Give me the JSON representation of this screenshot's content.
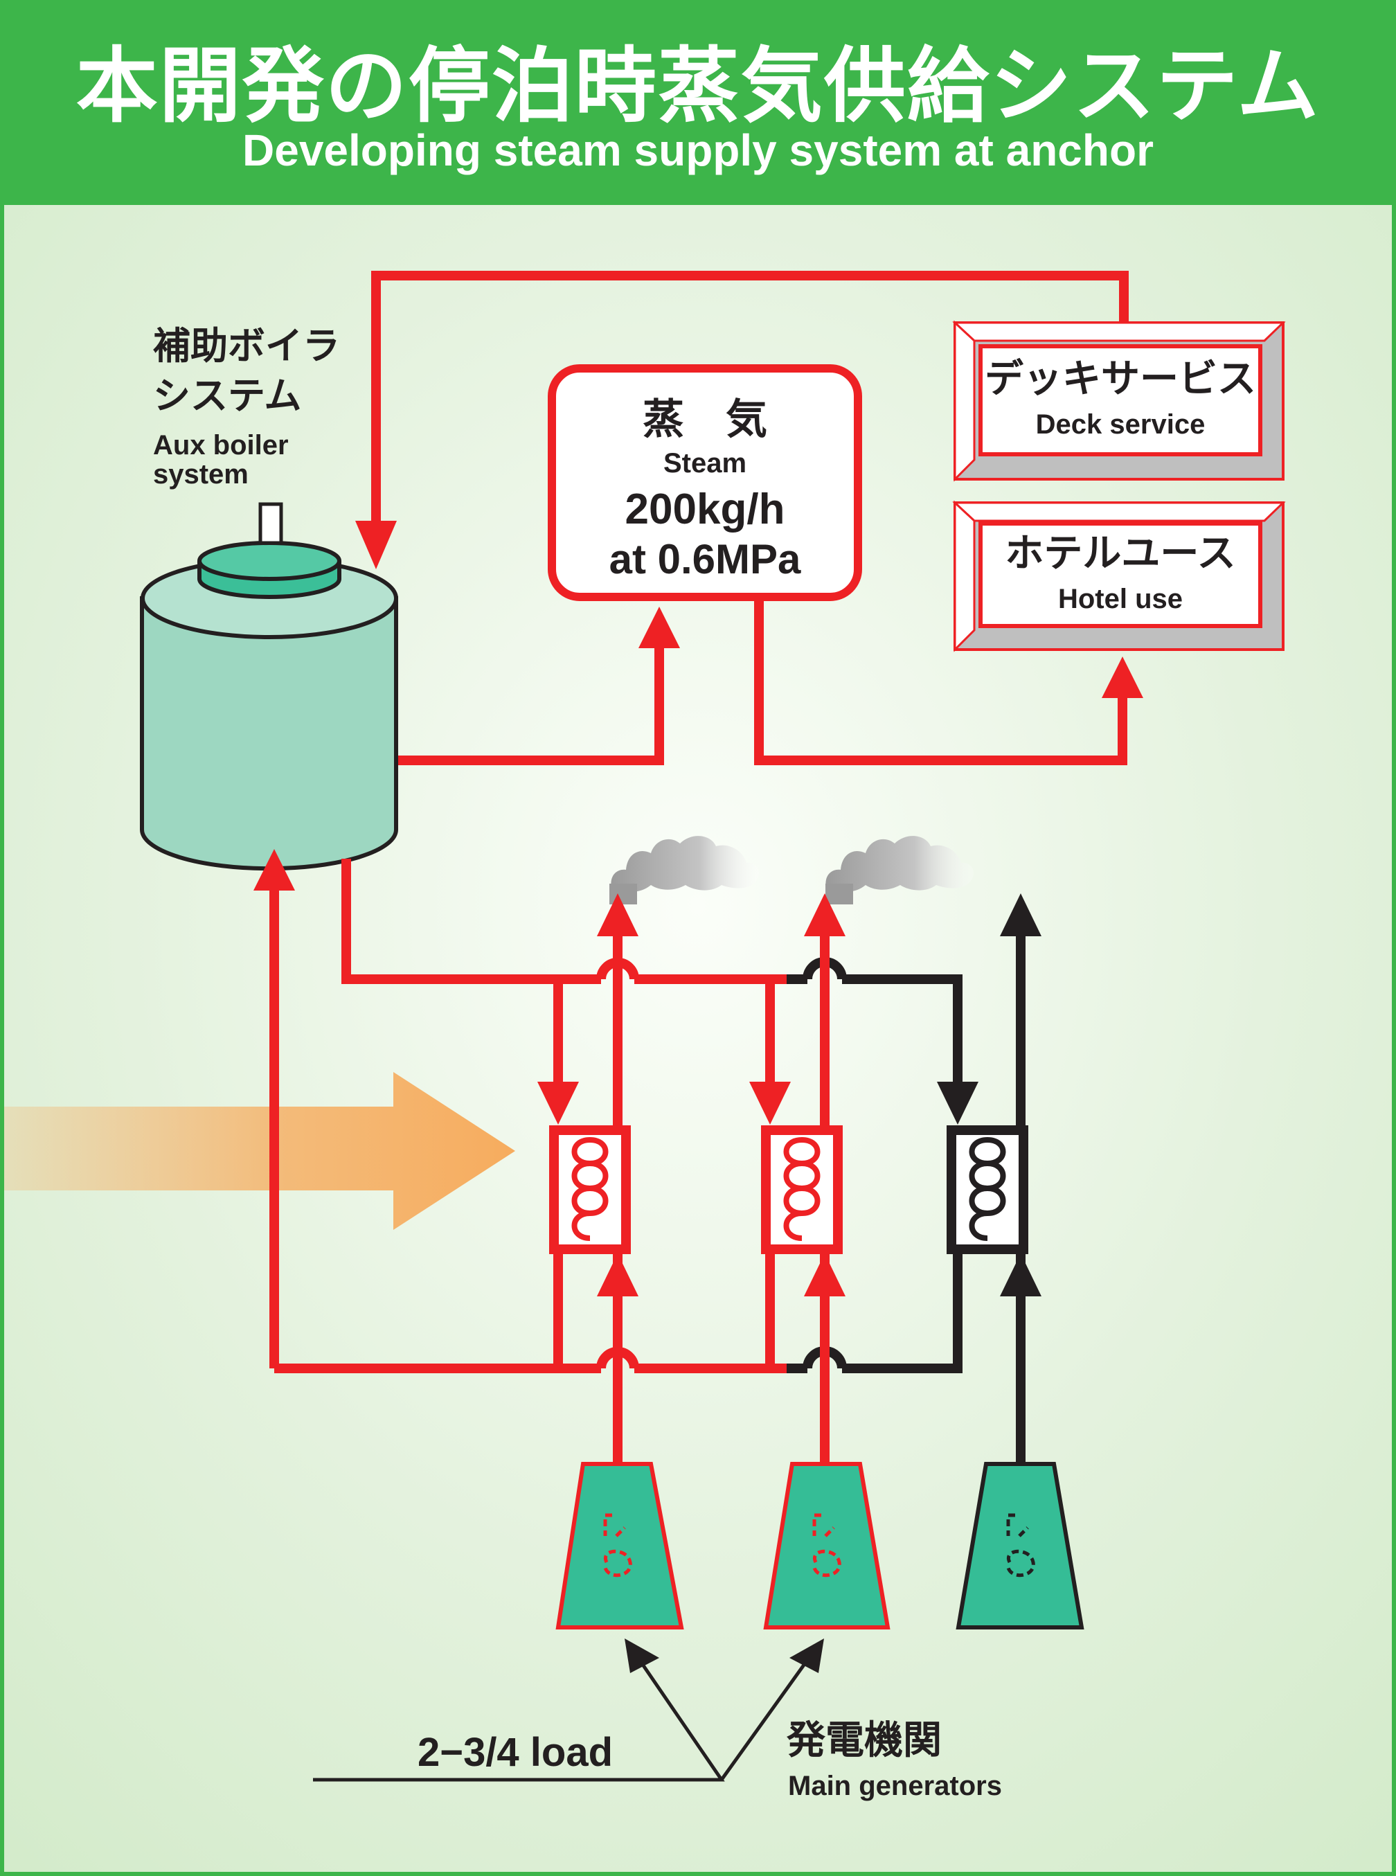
{
  "header": {
    "title_jp": "本開発の停泊時蒸気供給システム",
    "title_en": "Developing steam supply system at anchor"
  },
  "aux_boiler": {
    "label_jp_line1": "補助ボイラ",
    "label_jp_line2": "システム",
    "label_en_line1": "Aux boiler",
    "label_en_line2": "system"
  },
  "steam_box": {
    "title_jp": "蒸　気",
    "title_en": "Steam",
    "flow": "200kg/h",
    "pressure": "at 0.6MPa"
  },
  "deck_service": {
    "label_jp": "デッキサービス",
    "label_en": "Deck service"
  },
  "hotel_use": {
    "label_jp": "ホテルユース",
    "label_en": "Hotel use"
  },
  "generators": {
    "load_label": "2−3/4 load",
    "label_jp": "発電機関",
    "label_en": "Main generators"
  },
  "colors": {
    "header_green": "#3db54a",
    "steam_red": "#ee2124",
    "line_black": "#231f20",
    "teal": "#35bd96",
    "boiler_fill": "#9dd7c1",
    "arrow_orange": "#f6ac5e"
  }
}
